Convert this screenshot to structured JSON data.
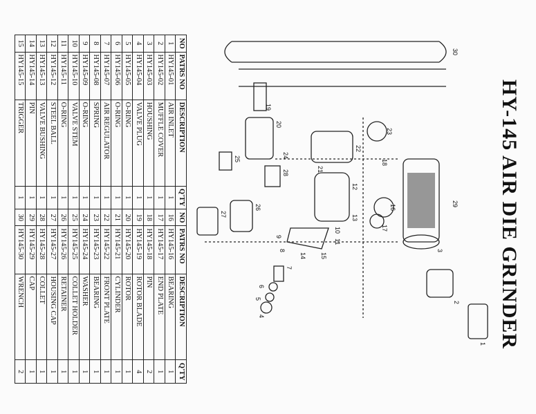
{
  "title": "HY-145 AIR DIE GRINDER",
  "table": {
    "headers": [
      "NO",
      "PATRS NO",
      "DESCRIPTION",
      "Q'TY",
      "NO",
      "PATRS NO",
      "DESCRIPTION",
      "Q'TY"
    ],
    "left_rows": [
      [
        "1",
        "HY145-01",
        "AIR INLET",
        "1"
      ],
      [
        "2",
        "HY145-02",
        "MUFFLE COVER",
        "1"
      ],
      [
        "3",
        "HY145-03",
        "HOUSHING",
        "1"
      ],
      [
        "4",
        "HY145-04",
        "VALVE PLUG",
        "1"
      ],
      [
        "5",
        "HY145-05",
        "O-RING",
        "1"
      ],
      [
        "6",
        "HY145-06",
        "O-RING",
        "1"
      ],
      [
        "7",
        "HY145-07",
        "AIR REGULATOR",
        "1"
      ],
      [
        "8",
        "HY145-08",
        "SPRING",
        "1"
      ],
      [
        "9",
        "HY145-09",
        "O-RING",
        "1"
      ],
      [
        "10",
        "HY145-10",
        "VALVE STEM",
        "1"
      ],
      [
        "11",
        "HY145-11",
        "O-RING",
        "1"
      ],
      [
        "12",
        "HY145-12",
        "STEEL BALL",
        "1"
      ],
      [
        "13",
        "HY145-13",
        "VALVE BUSHING",
        "1"
      ],
      [
        "14",
        "HY145-14",
        "PIN",
        "1"
      ],
      [
        "15",
        "HY145-15",
        "TRIGGER",
        "1"
      ]
    ],
    "right_rows": [
      [
        "16",
        "HY145-16",
        "BEARING",
        "1"
      ],
      [
        "17",
        "HY145-17",
        "END PLATE",
        "1"
      ],
      [
        "18",
        "HY145-18",
        "PIN",
        "2"
      ],
      [
        "19",
        "HY145-19",
        "ROTOR BLADE",
        "4"
      ],
      [
        "20",
        "HY145-20",
        "ROTOR",
        "1"
      ],
      [
        "21",
        "HY145-21",
        "CYLINDER",
        "1"
      ],
      [
        "22",
        "HY145-22",
        "FRONT PLATE",
        "1"
      ],
      [
        "23",
        "HY145-23",
        "BEARING",
        "1"
      ],
      [
        "24",
        "HY145-24",
        "WASHER",
        "1"
      ],
      [
        "25",
        "HY145-25",
        "COLLET HOLDER",
        "1"
      ],
      [
        "26",
        "HY145-26",
        "RETAINER",
        "1"
      ],
      [
        "27",
        "HY145-27",
        "HOUSING CAP",
        "1"
      ],
      [
        "28",
        "HY145-28",
        "COLLET",
        "1"
      ],
      [
        "29",
        "HY145-29",
        "CAP",
        "1"
      ],
      [
        "30",
        "HY145-30",
        "WRENCH",
        "2"
      ]
    ]
  },
  "callouts": [
    "1",
    "2",
    "3",
    "4",
    "5",
    "6",
    "7",
    "8",
    "9",
    "10",
    "11",
    "12",
    "13",
    "14",
    "15",
    "16",
    "17",
    "18",
    "19",
    "20",
    "21",
    "22",
    "23",
    "24",
    "25",
    "26",
    "27",
    "28",
    "29",
    "30"
  ]
}
